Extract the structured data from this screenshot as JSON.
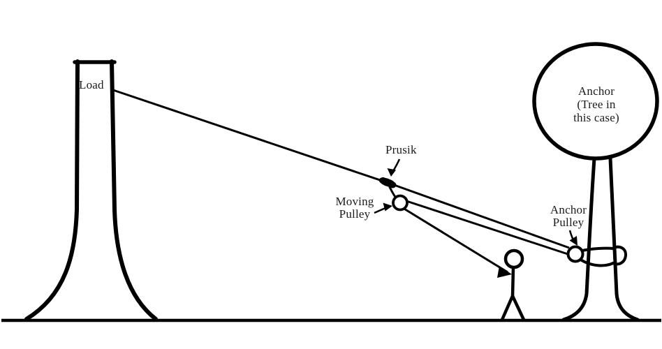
{
  "diagram": {
    "labels": {
      "load": "Load",
      "prusik": "Prusik",
      "moving_pulley": "Moving\nPulley",
      "anchor_pulley": "Anchor\nPulley",
      "anchor": "Anchor\n(Tree in\nthis case)"
    },
    "colors": {
      "ink": "#000000",
      "text": "#1b1b1b",
      "background": "#ffffff"
    }
  }
}
